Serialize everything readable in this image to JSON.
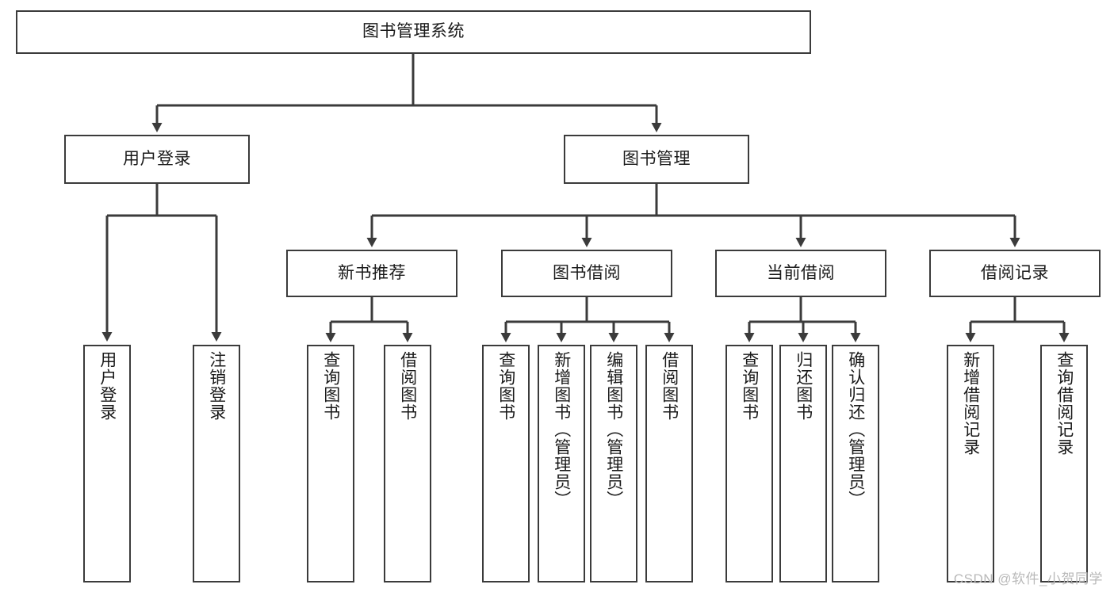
{
  "diagram": {
    "type": "tree-hierarchy",
    "title": "图书管理系统",
    "orientation": "top-down",
    "colors": {
      "box_border": "#3b3b3b",
      "box_fill": "#ffffff",
      "connector": "#3b3b3b",
      "text": "#1a1a1a",
      "watermark": "#b9b9b9",
      "background": "#ffffff"
    },
    "root": {
      "label": "图书管理系统",
      "name": "root-node"
    },
    "level1": [
      {
        "label": "用户登录",
        "name": "node-user-login"
      },
      {
        "label": "图书管理",
        "name": "node-book-management"
      }
    ],
    "level2": [
      {
        "label": "新书推荐",
        "name": "node-new-book-recommend"
      },
      {
        "label": "图书借阅",
        "name": "node-book-borrow"
      },
      {
        "label": "当前借阅",
        "name": "node-current-borrow"
      },
      {
        "label": "借阅记录",
        "name": "node-borrow-record"
      }
    ],
    "leaves": {
      "user_login": [
        {
          "label": "用户登录",
          "name": "leaf-user-login"
        },
        {
          "label": "注销登录",
          "name": "leaf-user-logout"
        }
      ],
      "new_book_recommend": [
        {
          "label": "查询图书",
          "name": "leaf-query-book-1"
        },
        {
          "label": "借阅图书",
          "name": "leaf-borrow-book-1"
        }
      ],
      "book_borrow": [
        {
          "label": "查询图书",
          "name": "leaf-query-book-2"
        },
        {
          "label": "新增图书（管理员）",
          "name": "leaf-add-book-admin"
        },
        {
          "label": "编辑图书（管理员）",
          "name": "leaf-edit-book-admin"
        },
        {
          "label": "借阅图书",
          "name": "leaf-borrow-book-2"
        }
      ],
      "current_borrow": [
        {
          "label": "查询图书",
          "name": "leaf-query-book-3"
        },
        {
          "label": "归还图书",
          "name": "leaf-return-book"
        },
        {
          "label": "确认归还（管理员）",
          "name": "leaf-confirm-return-admin"
        }
      ],
      "borrow_record": [
        {
          "label": "新增借阅记录",
          "name": "leaf-add-borrow-record"
        },
        {
          "label": "查询借阅记录",
          "name": "leaf-query-borrow-record"
        }
      ]
    }
  },
  "watermark": {
    "text": "CSDN @软件_小贺同学"
  }
}
